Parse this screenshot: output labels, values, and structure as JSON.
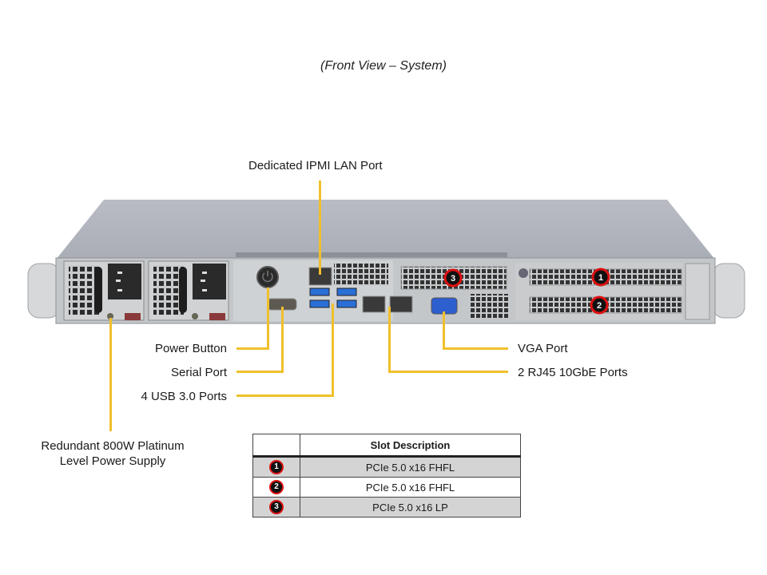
{
  "title": "(Front View – System)",
  "callouts": {
    "ipmi": "Dedicated IPMI  LAN Port",
    "power_button": "Power Button",
    "serial_port": "Serial Port",
    "usb": "4 USB 3.0 Ports",
    "vga": "VGA Port",
    "rj45": "2 RJ45 10GbE Ports",
    "psu_line1": "Redundant  800W Platinum",
    "psu_line2": "Level Power Supply"
  },
  "slot_badges": [
    "1",
    "2",
    "3"
  ],
  "colors": {
    "callout_line": "#f0c02c",
    "badge_ring": "#d11111",
    "usb_blue": "#2a6fd6",
    "vga_blue": "#2e5fcf"
  },
  "slot_table": {
    "header": [
      "",
      "Slot Description"
    ],
    "rows": [
      {
        "num": "1",
        "desc": "PCIe 5.0 x16 FHFL"
      },
      {
        "num": "2",
        "desc": "PCIe 5.0 x16 FHFL"
      },
      {
        "num": "3",
        "desc": "PCIe 5.0 x16 LP"
      }
    ]
  }
}
